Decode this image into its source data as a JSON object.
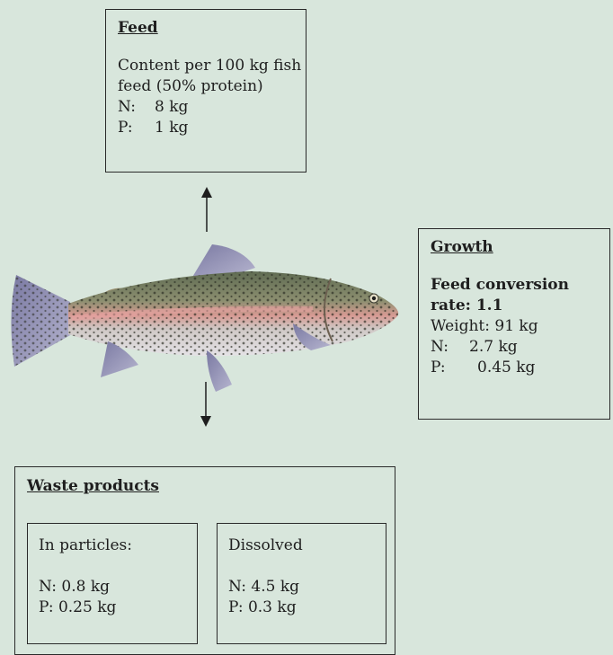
{
  "feed": {
    "title": "Feed",
    "line1": "Content per 100 kg fish",
    "line2": "feed (50% protein)",
    "n_label": "N:",
    "n_value": "8 kg",
    "p_label": "P:",
    "p_value": "1 kg"
  },
  "growth": {
    "title": "Growth",
    "fcr_line1": "Feed conversion",
    "fcr_line2": "rate: 1.1",
    "weight": "Weight: 91 kg",
    "n_label": "N:",
    "n_value": "2.7 kg",
    "p_label": "P:",
    "p_value": "0.45 kg"
  },
  "waste": {
    "title": "Waste products",
    "particles": {
      "title": "In particles:",
      "n": "N: 0.8 kg",
      "p": "P: 0.25 kg"
    },
    "dissolved": {
      "title": "Dissolved",
      "n": "N: 4.5 kg",
      "p": "P: 0.3 kg"
    }
  },
  "colors": {
    "background": "#d8e6dc",
    "border": "#2a2a2a"
  },
  "icons": {
    "fish": "trout-illustration",
    "arrow_up": "arrow-up-icon",
    "arrow_down": "arrow-down-icon"
  }
}
